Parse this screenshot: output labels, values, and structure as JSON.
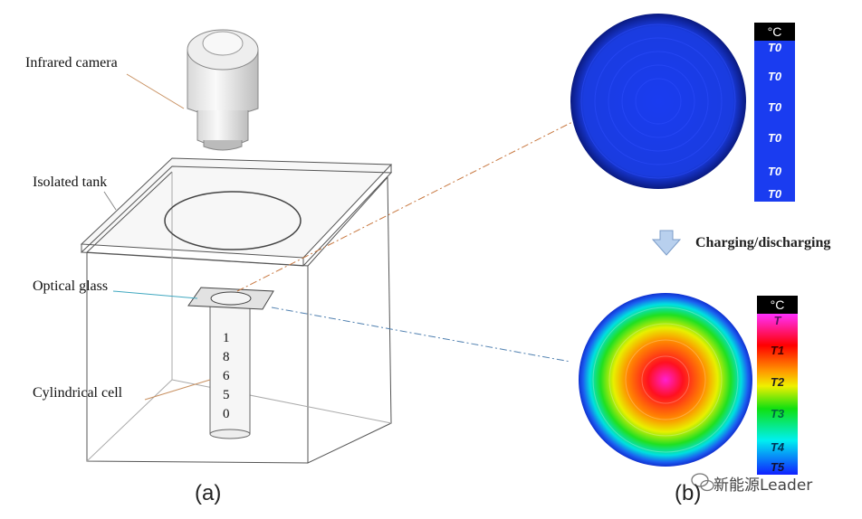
{
  "labels": {
    "camera": "Infrared camera",
    "tank": "Isolated tank",
    "glass": "Optical glass",
    "cell": "Cylindrical cell"
  },
  "cell_digits": [
    "1",
    "8",
    "6",
    "5",
    "0"
  ],
  "captions": {
    "a": "(a)",
    "b": "(b)"
  },
  "process_label": "Charging/discharging",
  "colorbar_before": {
    "unit": "°C",
    "ticks": [
      "T0",
      "T0",
      "T0",
      "T0",
      "T0",
      "T0"
    ],
    "color": "#1a3cf0"
  },
  "colorbar_after": {
    "unit": "°C",
    "ticks": [
      "T",
      "T1",
      "T2",
      "T3",
      "T4",
      "T5"
    ]
  },
  "watermark": "新能源Leader"
}
